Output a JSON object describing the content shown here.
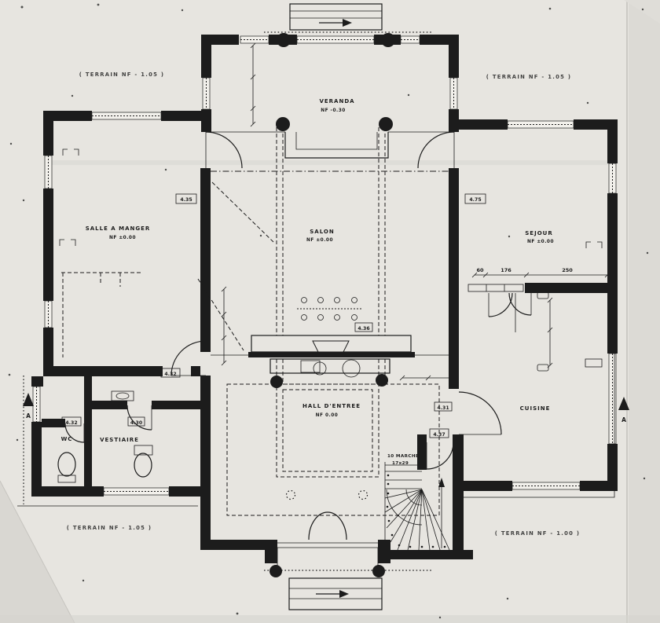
{
  "colors": {
    "ink": "#1c1c1c",
    "paper": "#e7e5e0",
    "paper_edge": "#dcdad5"
  },
  "rooms": {
    "veranda": {
      "name": "VERANDA",
      "level": "NF -0.30"
    },
    "salon": {
      "name": "SALON",
      "level": "NF ±0.00"
    },
    "salle_a_manger": {
      "name": "SALLE A MANGER",
      "level": "NF ±0.00"
    },
    "sejour": {
      "name": "SEJOUR",
      "level": "NF ±0.00"
    },
    "hall_entree": {
      "name": "HALL D'ENTREE",
      "level": "NF 0.00"
    },
    "cuisine": {
      "name": "CUISINE"
    },
    "wc": {
      "name": "WC"
    },
    "vestiaire": {
      "name": "VESTIAIRE"
    }
  },
  "stairs": {
    "note_line1": "10 MARCHES",
    "note_line2": "17x29"
  },
  "terrain": {
    "top_left": "( TERRAIN NF - 1.05 )",
    "top_right": "( TERRAIN NF - 1.05 )",
    "bottom_left": "( TERRAIN NF - 1.05 )",
    "bottom_right": "( TERRAIN NF - 1.00 )"
  },
  "door_tags": {
    "t1": "4.35",
    "t2": "4.75",
    "t3": "4.32",
    "t4": "4.32",
    "t5": "4.30",
    "t6": "4.31",
    "t7": "4.37",
    "t8": "4.36"
  },
  "dimensions": {
    "sejour": [
      "60",
      "176",
      "250"
    ]
  },
  "section_markers": {
    "left": "A",
    "right": "A"
  }
}
